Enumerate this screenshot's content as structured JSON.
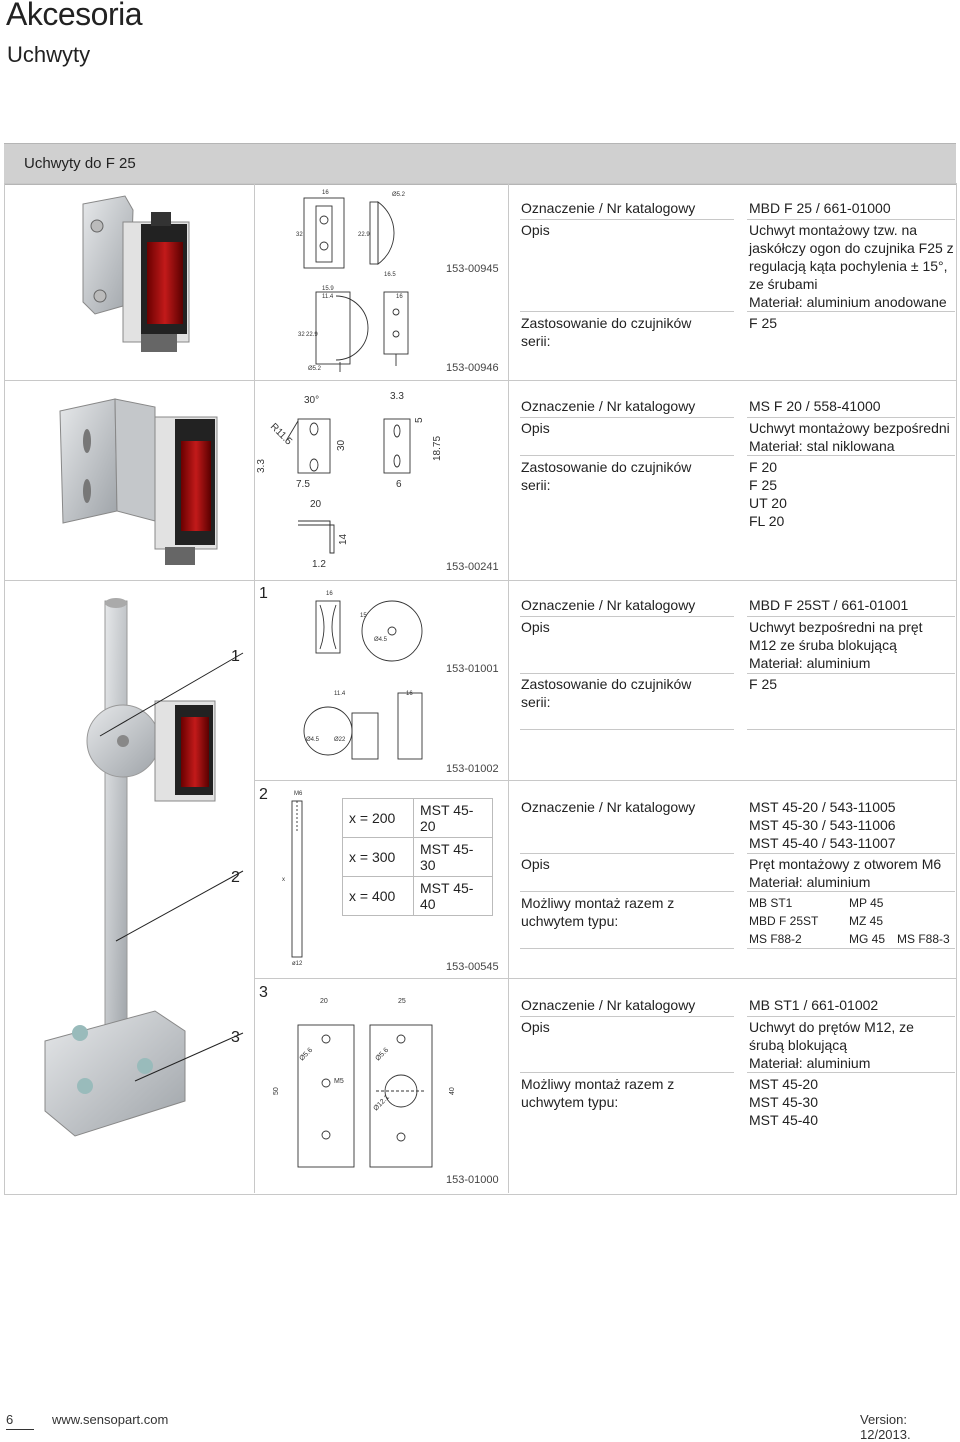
{
  "header": {
    "title": "Akcesoria",
    "subtitle": "Uchwyty"
  },
  "section": {
    "title": "Uchwyty do F 25"
  },
  "labels": {
    "designation": "Oznaczenie / Nr katalogowy",
    "description": "Opis",
    "application": "Zastosowanie do czujników serii:",
    "combination": "Możliwy montaż razem z uchwytem typu:"
  },
  "items": [
    {
      "designation": "MBD F 25 / 661-01000",
      "description": [
        "Uchwyt montażowy tzw. na",
        "jaskółczy ogon do czujnika F25 z",
        "regulacją kąta pochylenia ± 15°,",
        "ze śrubami",
        "Materiał: aluminium anodowane"
      ],
      "application": [
        "F 25"
      ],
      "codes": [
        "153-00945",
        "153-00946"
      ]
    },
    {
      "designation": "MS F 20 / 558-41000",
      "description": [
        "Uchwyt montażowy bezpośredni",
        "Materiał: stal niklowana"
      ],
      "application": [
        "F 20",
        "F 25",
        "UT 20",
        "FL 20"
      ],
      "codes": [
        "153-00241"
      ]
    },
    {
      "number": "1",
      "designation": "MBD F 25ST / 661-01001",
      "description": [
        "Uchwyt bezpośredni na pręt",
        "M12 ze śruba blokującą",
        "Materiał: aluminium"
      ],
      "application": [
        "F 25"
      ],
      "codes": [
        "153-01001",
        "153-01002"
      ]
    },
    {
      "number": "2",
      "designation": [
        "MST 45-20 / 543-11005",
        "MST 45-30 / 543-11006",
        "MST 45-40 / 543-11007"
      ],
      "description": [
        "Pręt montażowy z otworem M6",
        "Materiał: aluminium"
      ],
      "combination": [
        "MB ST1",
        "MP 45",
        "MBD F 25ST",
        "MZ 45",
        "MS F88-2",
        "MG 45",
        "MS F88-3"
      ],
      "x_table": [
        [
          "x = 200",
          "MST 45-20"
        ],
        [
          "x = 300",
          "MST 45-30"
        ],
        [
          "x = 400",
          "MST 45-40"
        ]
      ],
      "codes": [
        "153-00545"
      ]
    },
    {
      "number": "3",
      "designation": "MB ST1 / 661-01002",
      "description": [
        "Uchwyt do prętów M12, ze",
        "śrubą blokującą",
        "Materiał: aluminium"
      ],
      "combination": [
        "MST 45-20",
        "MST 45-30",
        "MST 45-40"
      ],
      "codes": [
        "153-01000"
      ]
    }
  ],
  "callouts": [
    "1",
    "2",
    "3"
  ],
  "dims": {
    "d1": [
      "16",
      "32",
      "22.9",
      "16.5",
      "15.9",
      "11.4",
      "16",
      "32",
      "22.9",
      "Ø5.2",
      "Ø5.2"
    ],
    "d2": [
      "30°",
      "R11.5",
      "3.3",
      "30",
      "5",
      "18.75",
      "3.3",
      "7.5",
      "20",
      "6",
      "14",
      "1.2"
    ],
    "d3": [
      "16",
      "15",
      "Ø4.5",
      "11.4",
      "16",
      "Ø4.5",
      "Ø22"
    ],
    "d4": [
      "M6",
      "x",
      "ø12"
    ],
    "d5": [
      "20",
      "25",
      "Ø5.6",
      "Ø5.6",
      "M5",
      "50",
      "40",
      "Ø12.1"
    ]
  },
  "footer": {
    "page": "6",
    "url": "www.sensopart.com",
    "version": "Version: 12/2013."
  }
}
